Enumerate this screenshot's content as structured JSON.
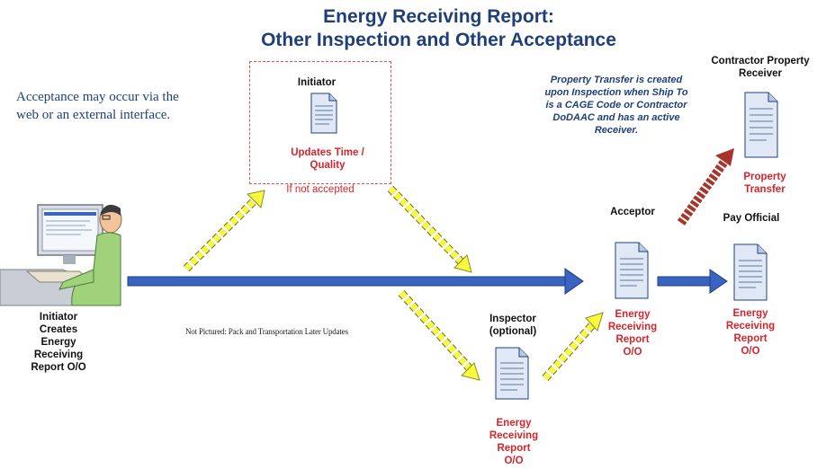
{
  "title": {
    "line1": "Energy Receiving Report:",
    "line2": "Other Inspection and Other Acceptance"
  },
  "acceptance_note": {
    "line1": "Acceptance may occur via the",
    "line2": "web or an external interface."
  },
  "initiator_box": {
    "heading": "Initiator",
    "action_line1": "Updates Time /",
    "action_line2": "Quality",
    "condition": "If not accepted"
  },
  "initiator_actor": {
    "label_lines": [
      "Initiator",
      "Creates",
      "Energy",
      "Receiving",
      "Report O/O"
    ]
  },
  "not_pictured": "Not Pictured: Pack and Transportation Later Updates",
  "inspector": {
    "label_line1": "Inspector",
    "label_line2": "(optional)",
    "doc_lines": [
      "Energy",
      "Receiving",
      "Report",
      "O/O"
    ]
  },
  "acceptor": {
    "label": "Acceptor",
    "doc_lines": [
      "Energy",
      "Receiving",
      "Report",
      "O/O"
    ]
  },
  "pay_official": {
    "label": "Pay Official",
    "doc_lines": [
      "Energy",
      "Receiving",
      "Report",
      "O/O"
    ]
  },
  "property_note": {
    "lines": [
      "Property Transfer is created",
      "upon Inspection when Ship To",
      "is a CAGE Code or Contractor",
      "DoDAAC and has an active",
      "Receiver."
    ]
  },
  "contractor_receiver": {
    "label_line1": "Contractor Property",
    "label_line2": "Receiver",
    "doc_line1": "Property",
    "doc_line2": "Transfer"
  },
  "colors": {
    "title": "#1f3f7a",
    "main_arrow": "#3a63c2",
    "yellow_arrow": "#fafa3c",
    "red_text": "#d3262c",
    "brown_arrow": "#a6362b"
  },
  "icons": {
    "document": "document-icon",
    "user": "user-at-computer-icon"
  }
}
